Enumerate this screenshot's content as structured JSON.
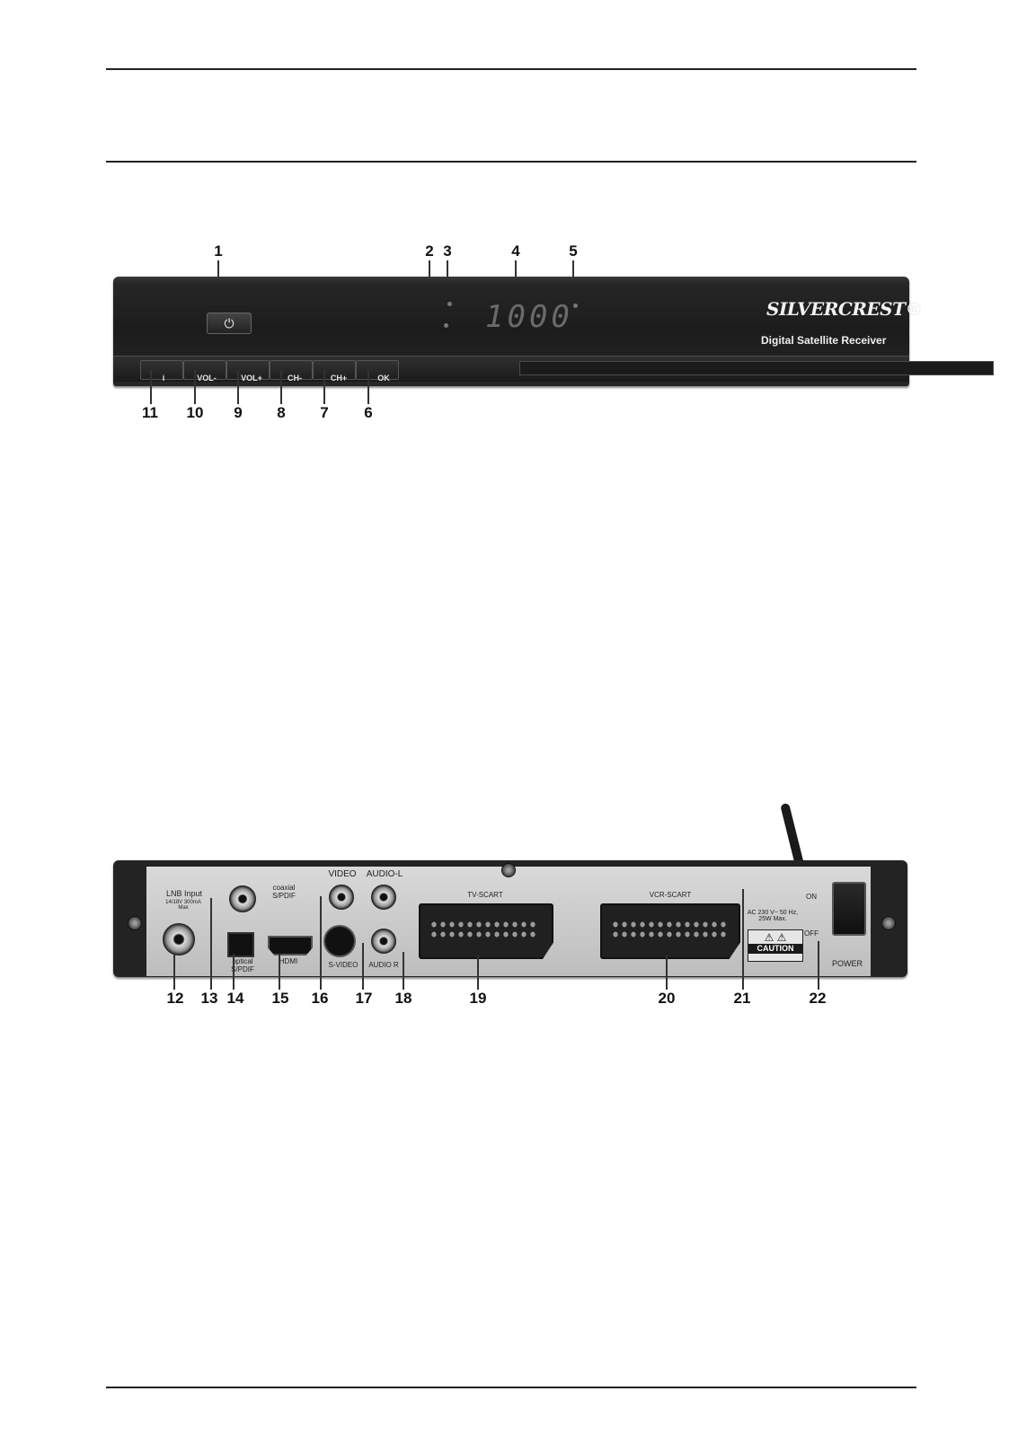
{
  "front_panel": {
    "callouts_top": [
      "1",
      "2",
      "3",
      "4",
      "5"
    ],
    "callouts_bottom": [
      "11",
      "10",
      "9",
      "8",
      "7",
      "6"
    ],
    "power_button_glyph": "⏻",
    "display_value": "1000",
    "brand": "SILVERCREST®",
    "subtitle": "Digital Satellite Receiver",
    "buttons": [
      "i",
      "VOL-",
      "VOL+",
      "CH-",
      "CH+",
      "OK"
    ]
  },
  "rear_panel": {
    "callouts": [
      "12",
      "13",
      "14",
      "15",
      "16",
      "17",
      "18",
      "19",
      "20",
      "21",
      "22"
    ],
    "labels": {
      "lnb_input": "LNB Input",
      "lnb_spec": "14/18V 300mA Max",
      "coaxial_spdif": "coaxial S/PDIF",
      "optical_spdif": "optical S/PDIF",
      "hdmi": "HDMI",
      "video": "VIDEO",
      "audio_l": "AUDIO-L",
      "s_video": "S-VIDEO",
      "audio_r": "AUDIO R",
      "tv_scart": "TV-SCART",
      "vcr_scart": "VCR-SCART",
      "ac_rating": "AC 230 V~ 50 Hz, 25W Max.",
      "caution": "CAUTION",
      "switch_on": "ON",
      "switch_off": "OFF",
      "power": "POWER"
    }
  }
}
